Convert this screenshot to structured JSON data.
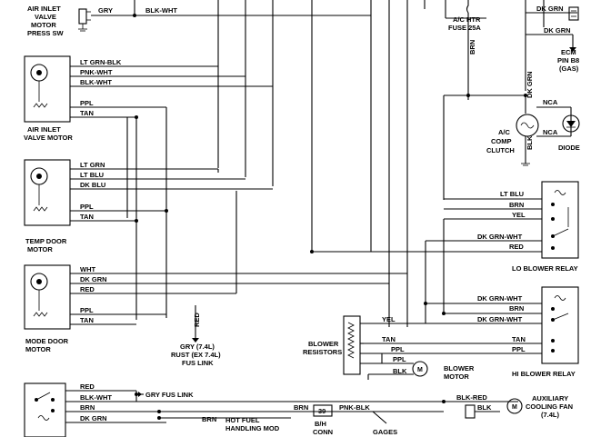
{
  "components": {
    "air_inlet_valve_motor_press_sw": [
      "AIR INLET",
      "VALVE",
      "MOTOR",
      "PRESS SW"
    ],
    "air_inlet_valve_motor": [
      "AIR INLET",
      "VALVE MOTOR"
    ],
    "temp_door_motor": [
      "TEMP DOOR",
      "MOTOR"
    ],
    "mode_door_motor": [
      "MODE DOOR",
      "MOTOR"
    ],
    "ac_htr_fuse": [
      "A/C HTR",
      "FUSE 25A"
    ],
    "ecm": [
      "ECM",
      "PIN B8",
      "(GAS)"
    ],
    "ac_comp_clutch": [
      "A/C",
      "COMP",
      "CLUTCH"
    ],
    "diode": "DIODE",
    "nca_top": "NCA",
    "nca_bottom": "NCA",
    "lo_blower_relay": "LO BLOWER RELAY",
    "hi_blower_relay": "HI BLOWER RELAY",
    "blower_resistors": [
      "BLOWER",
      "RESISTORS"
    ],
    "blower_motor": [
      "BLOWER",
      "MOTOR"
    ],
    "fus_link": [
      "GRY (7.4L)",
      "RUST (EX 7.4L)",
      "FUS LINK"
    ],
    "gry_fus_link": "GRY FUS LINK",
    "hot_fuel_handling_mod": [
      "HOT FUEL",
      "HANDLING MOD"
    ],
    "bh_conn": [
      "B/H",
      "CONN"
    ],
    "bh_conn_number": "39",
    "gages": "GAGES",
    "aux_cooling_fan": [
      "AUXILIARY",
      "COOLING FAN",
      "(7.4L)"
    ]
  },
  "wires": {
    "press_sw": [
      "GRY",
      "BLK-WHT"
    ],
    "air_inlet_motor": [
      "LT GRN-BLK",
      "PNK-WHT",
      "BLK-WHT",
      "PPL",
      "TAN"
    ],
    "temp_door": [
      "LT GRN",
      "LT BLU",
      "DK BLU",
      "PPL",
      "TAN"
    ],
    "mode_door": [
      "WHT",
      "DK GRN",
      "RED",
      "PPL",
      "TAN"
    ],
    "top_right": [
      "DK GRN",
      "DK GRN"
    ],
    "brn_vertical": "BRN",
    "dk_grn_vertical": "DK GRN",
    "blk_vertical": "BLK",
    "red_vertical": "RED",
    "lo_relay": [
      "LT BLU",
      "BRN",
      "YEL",
      "DK GRN-WHT",
      "RED"
    ],
    "hi_relay": [
      "DK GRN-WHT",
      "BRN",
      "DK GRN-WHT",
      "TAN",
      "PPL"
    ],
    "resistors": [
      "YEL",
      "TAN",
      "PPL",
      "PPL",
      "BLK"
    ],
    "bottom": [
      "RED",
      "BLK-WHT",
      "BRN",
      "DK GRN",
      "BRN",
      "BRN",
      "PNK-BLK",
      "BLK-RED",
      "BLK"
    ]
  }
}
